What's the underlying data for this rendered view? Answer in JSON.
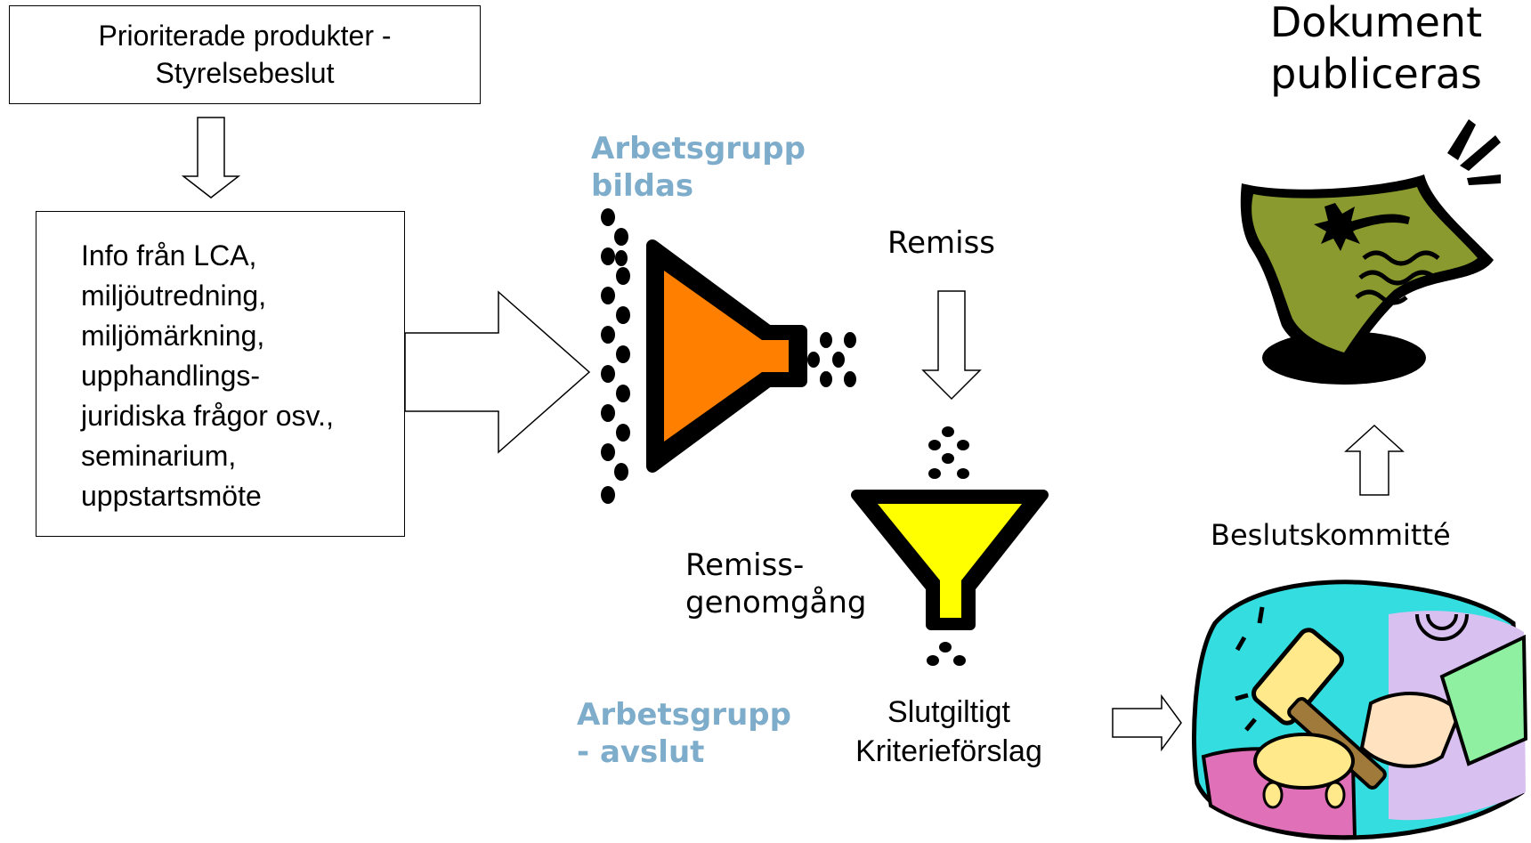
{
  "box_top": {
    "line1": "Prioriterade produkter -",
    "line2": "Styrelsebeslut"
  },
  "box_info": {
    "lines": [
      "Info från LCA,",
      "miljöutredning,",
      "miljömärkning,",
      "upphandlings-",
      "juridiska frågor osv.,",
      "seminarium,",
      "uppstartsmöte"
    ]
  },
  "labels": {
    "arbetsgrupp_bildas_1": "Arbetsgrupp",
    "arbetsgrupp_bildas_2": "bildas",
    "remiss": "Remiss",
    "remiss_genomgang_1": "Remiss-",
    "remiss_genomgang_2": "genomgång",
    "arbetsgrupp_avslut_1": "Arbetsgrupp",
    "arbetsgrupp_avslut_2": "- avslut",
    "slutgiltigt_1": "Slutgiltigt",
    "slutgiltigt_2": "Kriterieförslag",
    "dokument_1": "Dokument",
    "dokument_2": "publiceras",
    "beslutskommitte": "Beslutskommitté"
  },
  "icons": {
    "funnel_horizontal": "orange-funnel-icon",
    "funnel_vertical": "yellow-funnel-icon",
    "document": "published-document-icon",
    "gavel": "gavel-hand-icon"
  },
  "colors": {
    "label_blue": "#7eaccb",
    "funnel_orange": "#ff7f00",
    "funnel_yellow": "#ffff00",
    "document_green": "#8a9a2e",
    "cyan": "#33dde0",
    "pink": "#e070b8",
    "lavender": "#d8c0f0"
  }
}
